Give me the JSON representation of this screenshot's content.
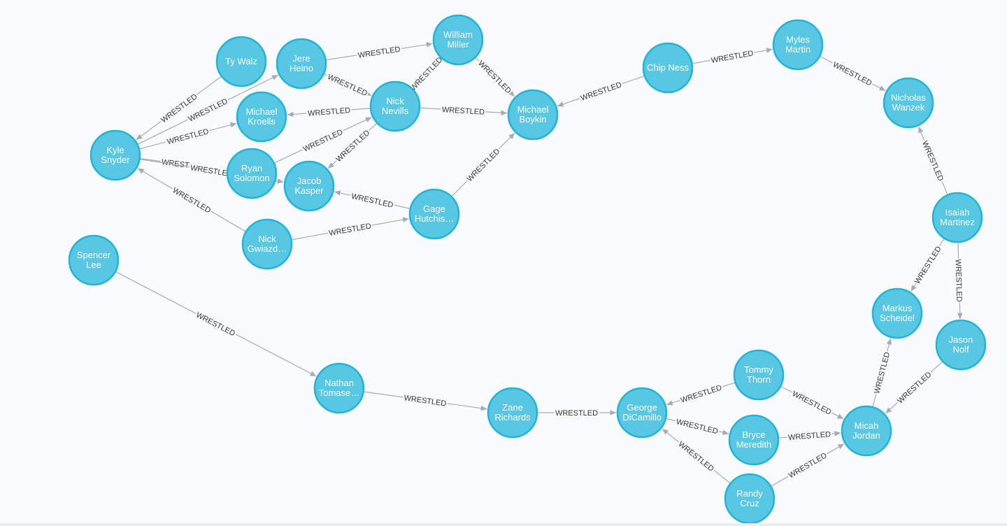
{
  "graph": {
    "nodes": [
      {
        "id": "kyle",
        "label": [
          "Kyle",
          "Snyder"
        ]
      },
      {
        "id": "tywalz",
        "label": [
          "Ty Walz"
        ]
      },
      {
        "id": "jere",
        "label": [
          "Jere",
          "Heino"
        ]
      },
      {
        "id": "william",
        "label": [
          "William",
          "Miller"
        ]
      },
      {
        "id": "kroells",
        "label": [
          "Michael",
          "Kroells"
        ]
      },
      {
        "id": "nevills",
        "label": [
          "Nick",
          "Nevills"
        ]
      },
      {
        "id": "boykin",
        "label": [
          "Michael",
          "Boykin"
        ]
      },
      {
        "id": "solomon",
        "label": [
          "Ryan",
          "Solomon"
        ]
      },
      {
        "id": "kasper",
        "label": [
          "Jacob",
          "Kasper"
        ]
      },
      {
        "id": "gage",
        "label": [
          "Gage",
          "Hutchis…"
        ]
      },
      {
        "id": "gwiazd",
        "label": [
          "Nick",
          "Gwiazd…"
        ]
      },
      {
        "id": "chip",
        "label": [
          "Chip Ness"
        ]
      },
      {
        "id": "myles",
        "label": [
          "Myles",
          "Martin"
        ]
      },
      {
        "id": "wanzek",
        "label": [
          "Nicholas",
          "Wanzek"
        ]
      },
      {
        "id": "isaiah",
        "label": [
          "Isaiah",
          "Martinez"
        ]
      },
      {
        "id": "scheidel",
        "label": [
          "Markus",
          "Scheidel"
        ]
      },
      {
        "id": "nolf",
        "label": [
          "Jason",
          "Nolf"
        ]
      },
      {
        "id": "spencer",
        "label": [
          "Spencer",
          "Lee"
        ]
      },
      {
        "id": "tomase",
        "label": [
          "Nathan",
          "Tomase…"
        ]
      },
      {
        "id": "zane",
        "label": [
          "Zane",
          "Richards"
        ]
      },
      {
        "id": "george",
        "label": [
          "George",
          "DiCamillo"
        ]
      },
      {
        "id": "tommy",
        "label": [
          "Tommy",
          "Thorn"
        ]
      },
      {
        "id": "bryce",
        "label": [
          "Bryce",
          "Meredith"
        ]
      },
      {
        "id": "micah",
        "label": [
          "Micah",
          "Jordan"
        ]
      },
      {
        "id": "randy",
        "label": [
          "Randy",
          "Cruz"
        ]
      }
    ],
    "edges": [
      {
        "from": "tywalz",
        "to": "kyle",
        "label": "WRESTLED"
      },
      {
        "from": "kyle",
        "to": "jere",
        "label": "WRESTLED"
      },
      {
        "from": "kyle",
        "to": "kroells",
        "label": "WRESTLED"
      },
      {
        "from": "kyle",
        "to": "solomon",
        "label": "WRESTLED"
      },
      {
        "from": "kyle",
        "to": "kasper",
        "label": "WRESTLED"
      },
      {
        "from": "gwiazd",
        "to": "kyle",
        "label": "WRESTLED"
      },
      {
        "from": "jere",
        "to": "william",
        "label": "WRESTLED"
      },
      {
        "from": "jere",
        "to": "nevills",
        "label": "WRESTLED"
      },
      {
        "from": "nevills",
        "to": "william",
        "label": "WRESTLED"
      },
      {
        "from": "nevills",
        "to": "kroells",
        "label": "WRESTLED"
      },
      {
        "from": "nevills",
        "to": "boykin",
        "label": "WRESTLED"
      },
      {
        "from": "solomon",
        "to": "nevills",
        "label": "WRESTLED"
      },
      {
        "from": "nevills",
        "to": "kasper",
        "label": "WRESTLED"
      },
      {
        "from": "william",
        "to": "boykin",
        "label": "WRESTLED"
      },
      {
        "from": "gage",
        "to": "kasper",
        "label": "WRESTLED"
      },
      {
        "from": "gage",
        "to": "boykin",
        "label": "WRESTLED"
      },
      {
        "from": "gwiazd",
        "to": "gage",
        "label": "WRESTLED"
      },
      {
        "from": "chip",
        "to": "boykin",
        "label": "WRESTLED"
      },
      {
        "from": "chip",
        "to": "myles",
        "label": "WRESTLED"
      },
      {
        "from": "myles",
        "to": "wanzek",
        "label": "WRESTLED"
      },
      {
        "from": "isaiah",
        "to": "wanzek",
        "label": "WRESTLED"
      },
      {
        "from": "isaiah",
        "to": "scheidel",
        "label": "WRESTLED"
      },
      {
        "from": "isaiah",
        "to": "nolf",
        "label": "WRESTLED"
      },
      {
        "from": "micah",
        "to": "scheidel",
        "label": "WRESTLED"
      },
      {
        "from": "nolf",
        "to": "micah",
        "label": "WRESTLED"
      },
      {
        "from": "spencer",
        "to": "tomase",
        "label": "WRESTLED"
      },
      {
        "from": "tomase",
        "to": "zane",
        "label": "WRESTLED"
      },
      {
        "from": "zane",
        "to": "george",
        "label": "WRESTLED"
      },
      {
        "from": "tommy",
        "to": "george",
        "label": "WRESTLED"
      },
      {
        "from": "tommy",
        "to": "micah",
        "label": "WRESTLED"
      },
      {
        "from": "george",
        "to": "bryce",
        "label": "WRESTLED"
      },
      {
        "from": "bryce",
        "to": "micah",
        "label": "WRESTLED"
      },
      {
        "from": "randy",
        "to": "george",
        "label": "WRESTLED"
      },
      {
        "from": "randy",
        "to": "micah",
        "label": "WRESTLED"
      }
    ]
  },
  "colors": {
    "background": "#f9fbfd",
    "node_fill": "#57c7e3",
    "node_stroke": "#23b3d7",
    "edge": "#a5abb6",
    "edge_label": "#333333",
    "node_label": "#ffffff"
  }
}
